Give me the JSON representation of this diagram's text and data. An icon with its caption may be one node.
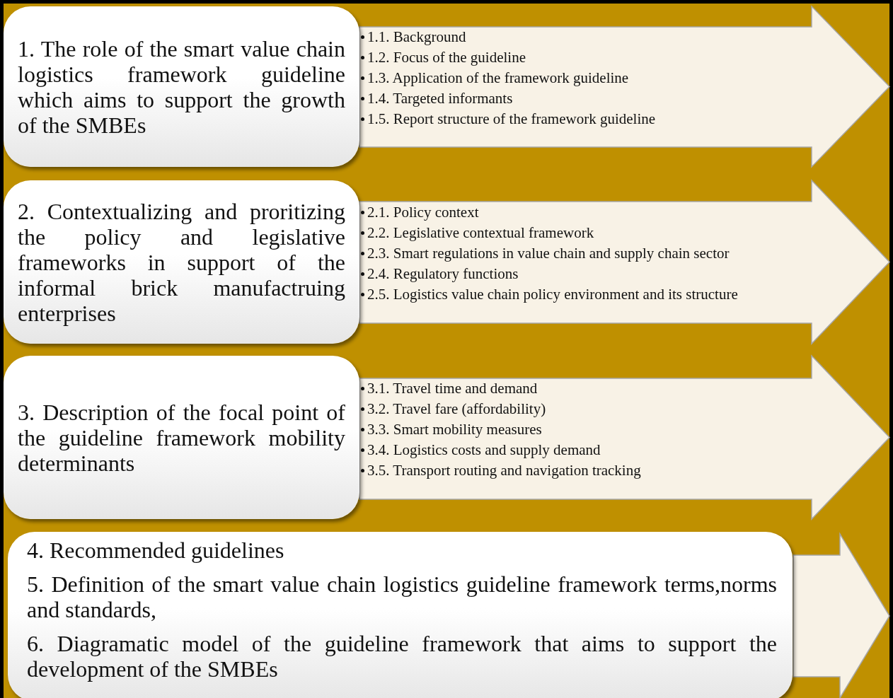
{
  "diagram": {
    "nodes": [
      {
        "text": [
          "1. The role of the smart value chain logistics framework guideline which aims to support the growth of the SMBEs"
        ]
      },
      {
        "text": [
          "1.1. Background",
          "1.2. Focus of the guideline",
          "1.3. Application of the framework guideline",
          "1.4. Targeted informants",
          "1.5. Report structure of the framework guideline"
        ]
      },
      {
        "text": [
          "2. Contextualizing and proritizing the policy and legislative frameworks in support of the informal brick manufactruing enterprises"
        ]
      },
      {
        "text": [
          "2.1. Policy context",
          "2.2. Legislative contextual framework",
          "2.3. Smart regulations in value chain and supply chain sector",
          "2.4. Regulatory functions",
          "2.5. Logistics value chain policy environment and its structure"
        ]
      },
      {
        "text": [
          "3. Description of the focal point of the guideline framework mobility determinants"
        ]
      },
      {
        "text": [
          "3.1. Travel time and demand",
          "3.2. Travel fare (affordability)",
          "3.3. Smart mobility measures",
          "3.4. Logistics costs and supply demand",
          "3.5. Transport routing and navigation tracking"
        ]
      },
      {
        "text": [
          "4. Recommended guidelines",
          "5. Definition of the smart value chain logistics guideline framework terms,norms and standards,",
          "6. Diagramatic model of the guideline framework that aims to support the development of the SMBEs"
        ]
      },
      {
        "text": [],
        "shape": "arrow"
      }
    ]
  }
}
